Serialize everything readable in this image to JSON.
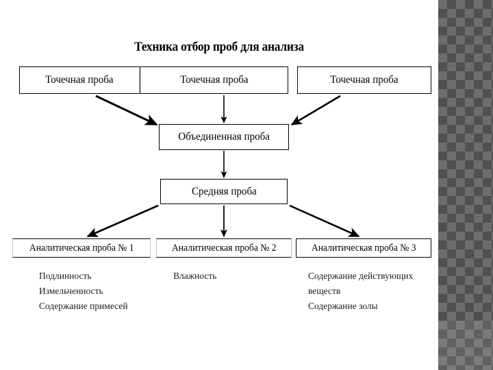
{
  "slide": {
    "title": "Техника отбор проб для анализа",
    "background_color": "#ffffff",
    "line_color": "#000000"
  },
  "sidebar": {
    "name": "decorative-diamond-pattern",
    "base_color": "#6d6d6d",
    "diamond_color": "#505050"
  },
  "diagram": {
    "type": "flowchart",
    "levels": [
      {
        "level": 1,
        "name": "point-samples",
        "boxes": [
          {
            "id": "point-sample-1",
            "label": "Точечная проба"
          },
          {
            "id": "point-sample-2",
            "label": "Точечная проба"
          },
          {
            "id": "point-sample-3",
            "label": "Точечная проба"
          }
        ]
      },
      {
        "level": 2,
        "name": "combined-sample",
        "boxes": [
          {
            "id": "combined-sample",
            "label": "Объединенная проба"
          }
        ]
      },
      {
        "level": 3,
        "name": "average-sample",
        "boxes": [
          {
            "id": "average-sample",
            "label": "Средняя проба"
          }
        ]
      },
      {
        "level": 4,
        "name": "analytical-samples",
        "boxes": [
          {
            "id": "analytical-sample-1",
            "label": "Аналитическая проба № 1"
          },
          {
            "id": "analytical-sample-2",
            "label": "Аналитическая проба № 2"
          },
          {
            "id": "analytical-sample-3",
            "label": "Аналитическая проба № 3"
          }
        ]
      }
    ],
    "notes": [
      {
        "id": "analytical-sample-1-tests",
        "lines": [
          "Подлинность",
          "Измельченность",
          "Содержание примесей"
        ],
        "text": "Подлинность\nИзмельченность\nСодержание примесей"
      },
      {
        "id": "analytical-sample-2-tests",
        "lines": [
          "Влажность"
        ],
        "text": "Влажность"
      },
      {
        "id": "analytical-sample-3-tests",
        "lines": [
          "Содержание действующих",
          "веществ",
          "Содержание золы"
        ],
        "text": "Содержание действующих\nвеществ\nСодержание золы"
      }
    ],
    "connections": [
      {
        "from": "point-sample-1",
        "to": "combined-sample",
        "style": "diagonal-arrow"
      },
      {
        "from": "point-sample-2",
        "to": "combined-sample",
        "style": "vertical-arrow"
      },
      {
        "from": "point-sample-3",
        "to": "combined-sample",
        "style": "diagonal-arrow"
      },
      {
        "from": "combined-sample",
        "to": "average-sample",
        "style": "vertical-arrow"
      },
      {
        "from": "average-sample",
        "to": "analytical-sample-1",
        "style": "diagonal-arrow"
      },
      {
        "from": "average-sample",
        "to": "analytical-sample-2",
        "style": "vertical-arrow"
      },
      {
        "from": "average-sample",
        "to": "analytical-sample-3",
        "style": "diagonal-arrow"
      }
    ]
  }
}
